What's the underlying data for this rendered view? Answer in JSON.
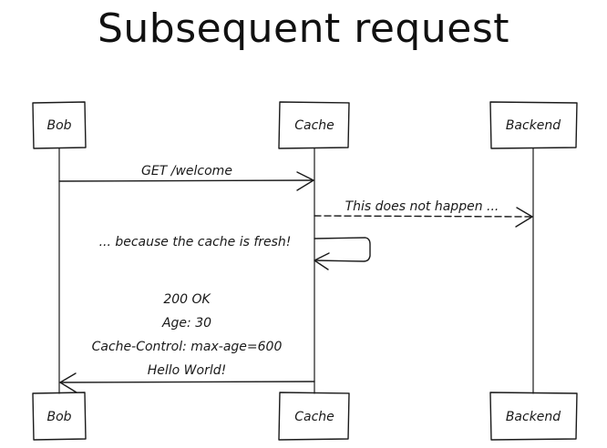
{
  "title": "Subsequent request",
  "participants": {
    "bob": "Bob",
    "cache": "Cache",
    "backend": "Backend"
  },
  "messages": {
    "get_request": "GET /welcome",
    "not_happen": "This does not happen ...",
    "self_note": "... because the cache is fresh!",
    "response_status": "200 OK",
    "response_age": "Age: 30",
    "response_cache_control": "Cache-Control: max-age=600",
    "response_body": "Hello World!"
  }
}
